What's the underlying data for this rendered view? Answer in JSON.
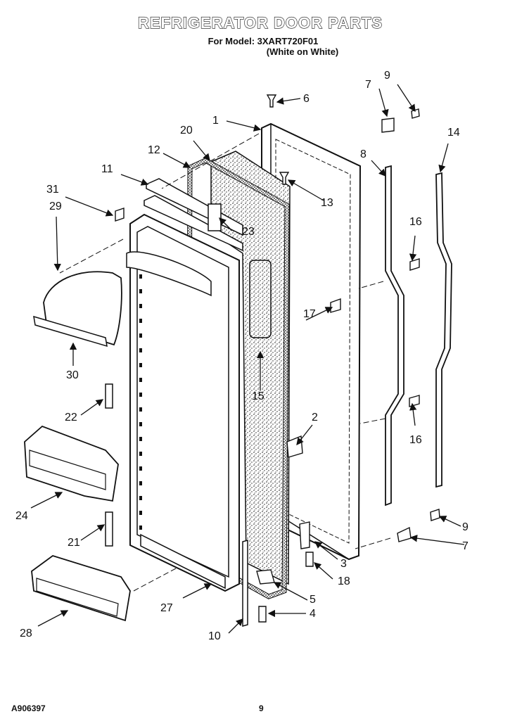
{
  "title": "REFRIGERATOR DOOR PARTS",
  "model_line": "For Model: 3XART720F01",
  "color_line": "(White on White)",
  "footer_code": "A906397",
  "page_number": "9",
  "callouts": {
    "c1": "1",
    "c2": "2",
    "c3": "3",
    "c4": "4",
    "c5": "5",
    "c6": "6",
    "c7a": "7",
    "c7b": "7",
    "c8": "8",
    "c9a": "9",
    "c9b": "9",
    "c10": "10",
    "c11": "11",
    "c12": "12",
    "c13": "13",
    "c14": "14",
    "c15": "15",
    "c16a": "16",
    "c16b": "16",
    "c17": "17",
    "c18": "18",
    "c20": "20",
    "c21": "21",
    "c22": "22",
    "c23": "23",
    "c24": "24",
    "c27": "27",
    "c28": "28",
    "c29": "29",
    "c30": "30",
    "c31": "31"
  }
}
